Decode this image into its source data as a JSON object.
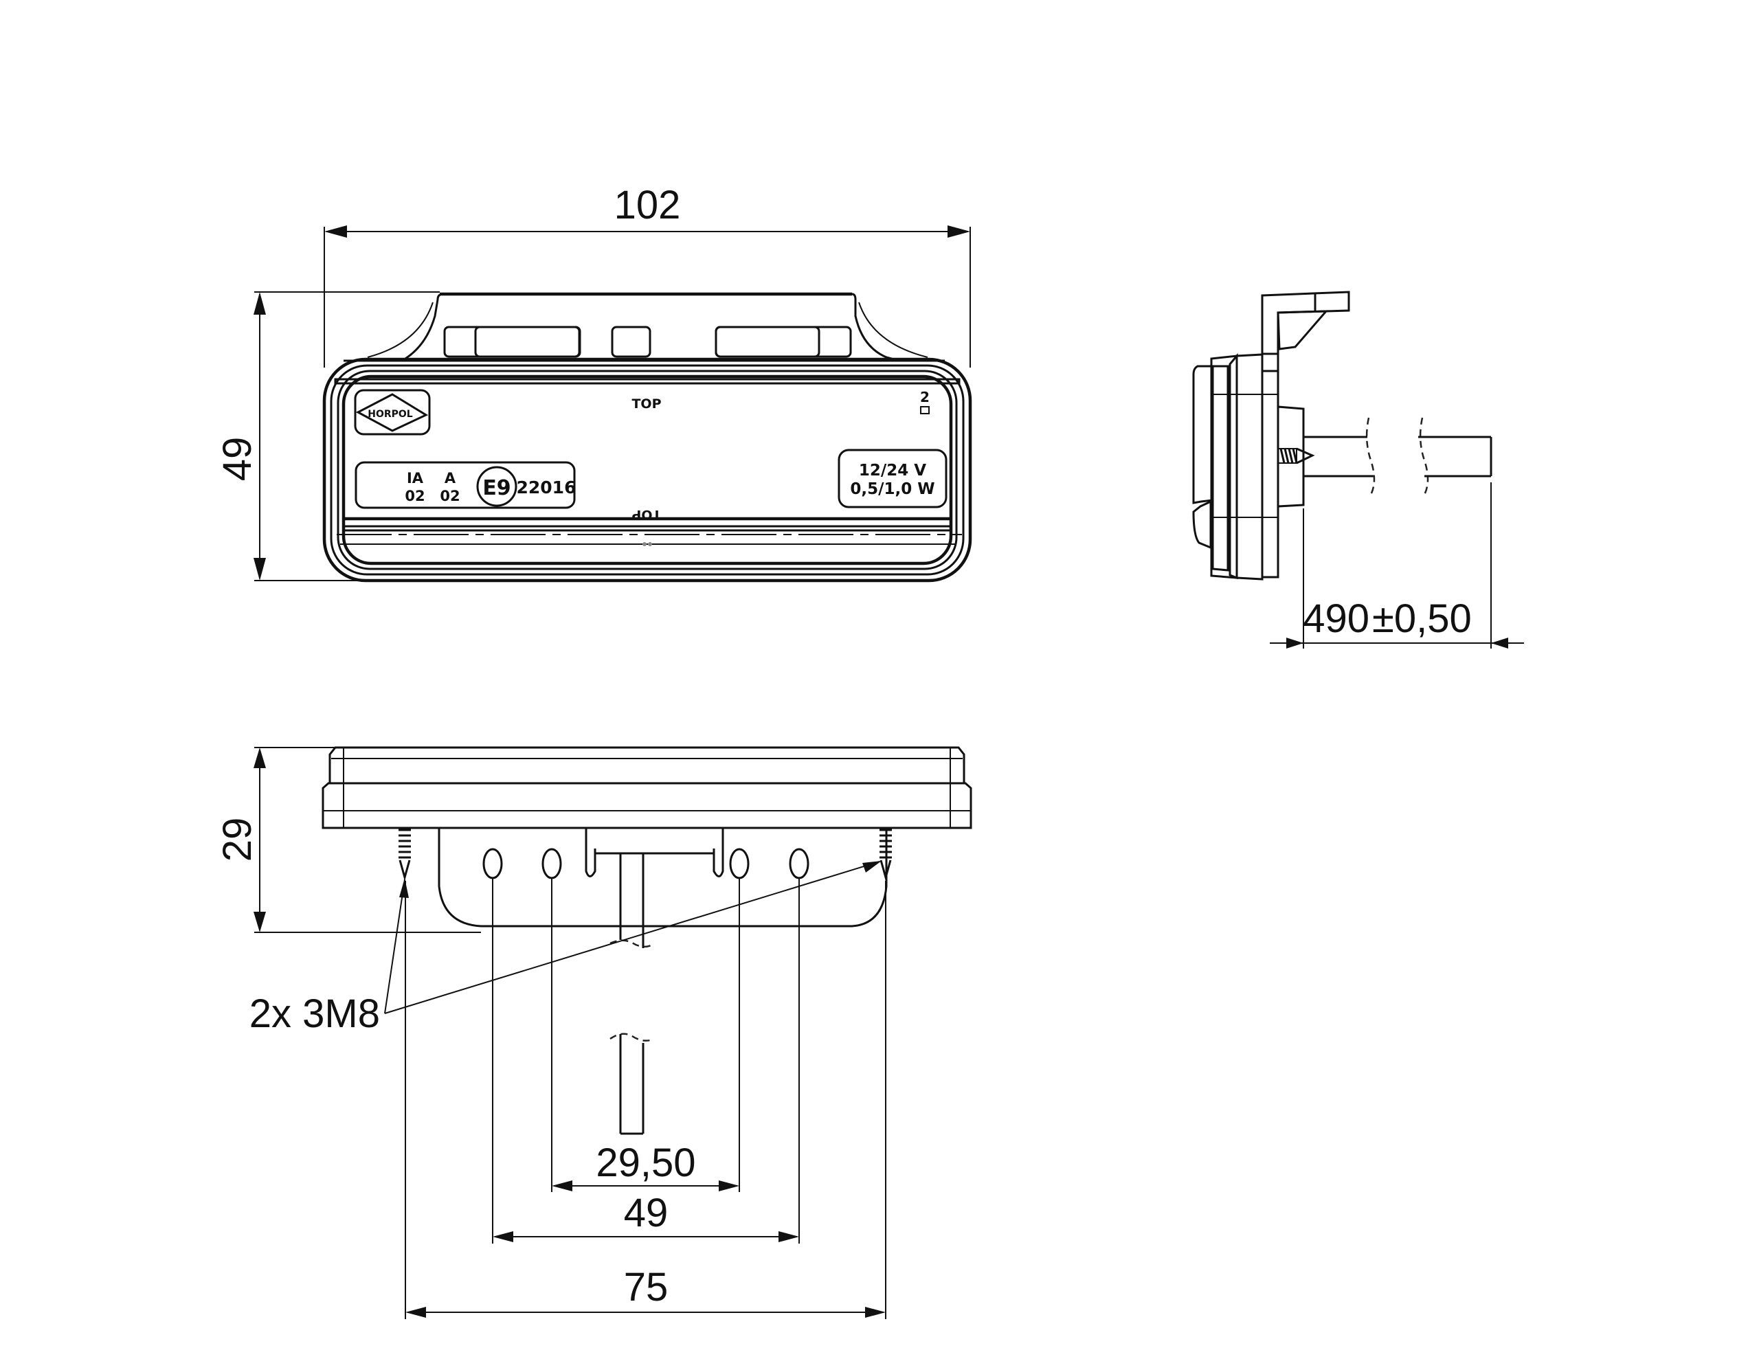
{
  "front_view": {
    "label_top": "TOP",
    "label_top_inverted": "TOP",
    "logo_text": "HORPOL",
    "approval": {
      "marks": [
        {
          "line1": "IA",
          "line2": "02"
        },
        {
          "line1": "A",
          "line2": "02"
        }
      ],
      "e_mark": "E9",
      "approval_number": "22016"
    },
    "position_number": "2",
    "rating": {
      "voltage": "12/24 V",
      "power": "0,5/1,0 W"
    }
  },
  "dimensions": {
    "overall_width": "102",
    "overall_height": "49",
    "depth": "29",
    "cable_length": "490",
    "cable_tolerance": "±0,50",
    "mount_inner": "29,50",
    "mount_middle": "49",
    "mount_outer": "75",
    "screws": "2x 3M8"
  },
  "colors": {
    "line": "#111111",
    "background": "#ffffff"
  }
}
